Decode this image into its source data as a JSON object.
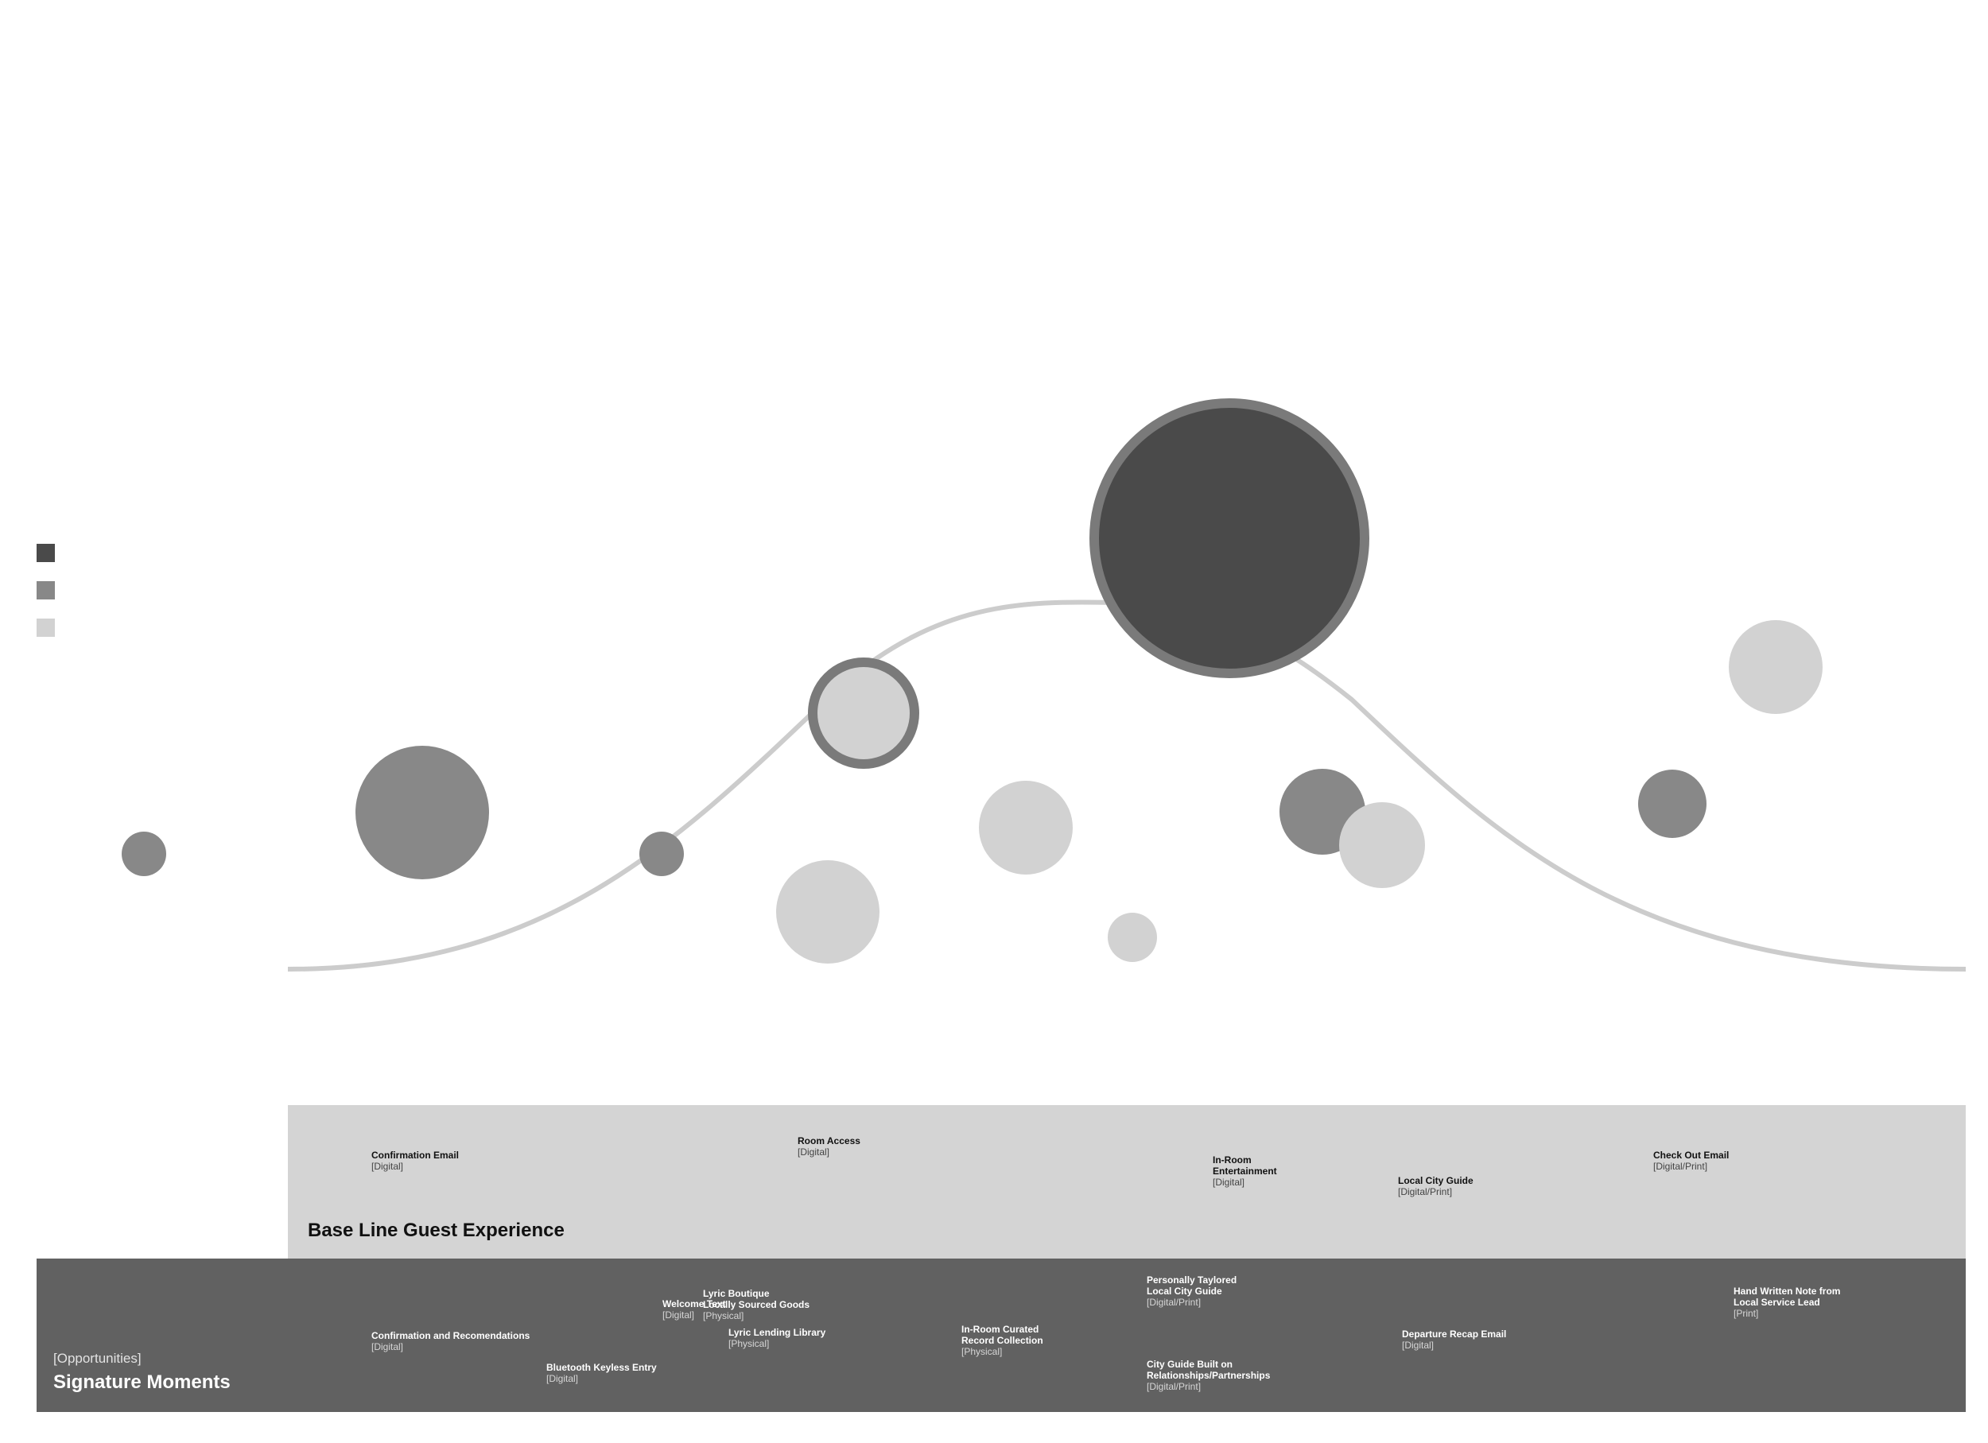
{
  "colors": {
    "background": "#ffffff",
    "curve": "#cccccc",
    "dark": "#4a4a4a",
    "medium": "#888888",
    "light": "#d2d2d2",
    "ring": "#7a7a7a",
    "baseline_band": "#d4d4d4",
    "signature_band": "#616161"
  },
  "legend": [
    {
      "color": "#4a4a4a"
    },
    {
      "color": "#888888"
    },
    {
      "color": "#d2d2d2"
    }
  ],
  "baseline": {
    "title": "Base Line Guest Experience",
    "touchpoints": [
      {
        "title_lines": [
          "Confirmation Email"
        ],
        "tag": "[Digital]"
      },
      {
        "title_lines": [
          "Room Access"
        ],
        "tag": "[Digital]"
      },
      {
        "title_lines": [
          "In-Room",
          "Entertainment"
        ],
        "tag": "[Digital]"
      },
      {
        "title_lines": [
          "Local City Guide"
        ],
        "tag": "[Digital/Print]"
      },
      {
        "title_lines": [
          "Check Out Email"
        ],
        "tag": "[Digital/Print]"
      }
    ]
  },
  "signature": {
    "kicker": "[Opportunities]",
    "title": "Signature Moments",
    "touchpoints": [
      {
        "title_lines": [
          "Confirmation and Recomendations"
        ],
        "tag": "[Digital]"
      },
      {
        "title_lines": [
          "Welcome Text"
        ],
        "tag": "[Digital]"
      },
      {
        "title_lines": [
          "Lyric Boutique",
          "Locally Sourced Goods"
        ],
        "tag": "[Physical]"
      },
      {
        "title_lines": [
          "Bluetooth Keyless Entry"
        ],
        "tag": "[Digital]"
      },
      {
        "title_lines": [
          "Lyric Lending Library"
        ],
        "tag": "[Physical]"
      },
      {
        "title_lines": [
          "In-Room Curated",
          "Record Collection"
        ],
        "tag": "[Physical]"
      },
      {
        "title_lines": [
          "Personally Taylored",
          "Local City Guide"
        ],
        "tag": "[Digital/Print]"
      },
      {
        "title_lines": [
          "City Guide Built on",
          "Relationships/Partnerships"
        ],
        "tag": "[Digital/Print]"
      },
      {
        "title_lines": [
          "Departure Recap Email"
        ],
        "tag": "[Digital]"
      },
      {
        "title_lines": [
          "Hand Written Note from",
          "Local Service Lead"
        ],
        "tag": "[Print]"
      }
    ]
  },
  "bubbles": [
    {
      "name": "bubble-1",
      "tone": "medium",
      "ring": false
    },
    {
      "name": "bubble-2",
      "tone": "medium",
      "ring": false
    },
    {
      "name": "bubble-3",
      "tone": "medium",
      "ring": false
    },
    {
      "name": "bubble-4",
      "tone": "light",
      "ring": false
    },
    {
      "name": "bubble-5",
      "tone": "light",
      "ring": true
    },
    {
      "name": "bubble-6",
      "tone": "light",
      "ring": false
    },
    {
      "name": "bubble-7",
      "tone": "light",
      "ring": false
    },
    {
      "name": "bubble-8",
      "tone": "dark",
      "ring": true
    },
    {
      "name": "bubble-9",
      "tone": "medium",
      "ring": false
    },
    {
      "name": "bubble-10",
      "tone": "light",
      "ring": false
    },
    {
      "name": "bubble-11",
      "tone": "medium",
      "ring": false
    },
    {
      "name": "bubble-12",
      "tone": "light",
      "ring": false
    }
  ]
}
